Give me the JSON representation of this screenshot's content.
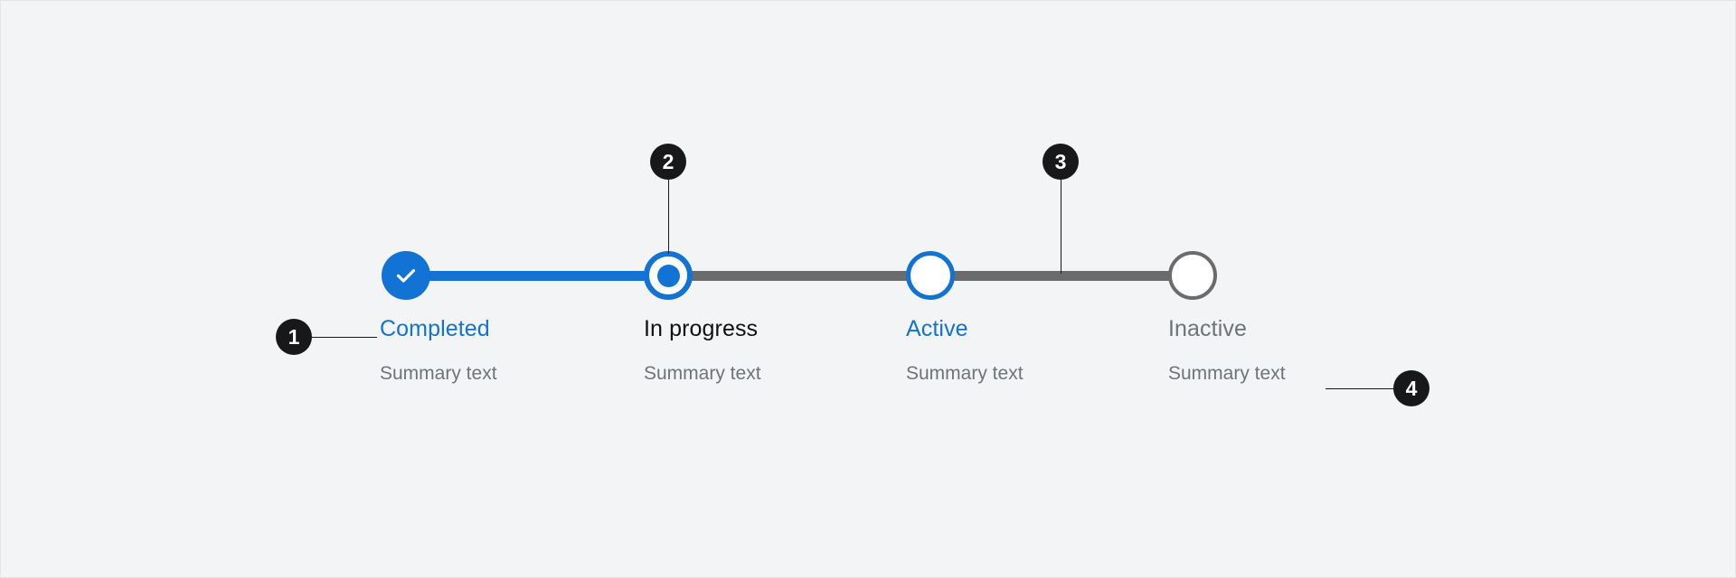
{
  "component": {
    "name": "Progress indicator",
    "background_color": "#f3f4f6",
    "accent_color": "#1273d4",
    "muted_color": "#6b6b6b",
    "callout_color": "#18181a"
  },
  "steps": [
    {
      "label": "Completed",
      "summary": "Summary text",
      "state": "completed",
      "marker_icon": "check-icon",
      "label_color": "#1273d4"
    },
    {
      "label": "In progress",
      "summary": "Summary text",
      "state": "in-progress",
      "marker_icon": "filled-ring-icon",
      "label_color": "#0f1011"
    },
    {
      "label": "Active",
      "summary": "Summary text",
      "state": "active",
      "marker_icon": "ring-icon",
      "label_color": "#1273d4"
    },
    {
      "label": "Inactive",
      "summary": "Summary text",
      "state": "inactive",
      "marker_icon": "gray-ring-icon",
      "label_color": "#6f7378"
    }
  ],
  "tracks": [
    {
      "id": "completed-track",
      "state": "complete",
      "color": "#1273d4"
    },
    {
      "id": "remaining-track",
      "state": "incomplete",
      "color": "#6b6b6b"
    }
  ],
  "callouts": [
    {
      "number": "1",
      "target": "step-label"
    },
    {
      "number": "2",
      "target": "in-progress-marker"
    },
    {
      "number": "3",
      "target": "remaining-track"
    },
    {
      "number": "4",
      "target": "step-summary-text"
    }
  ]
}
